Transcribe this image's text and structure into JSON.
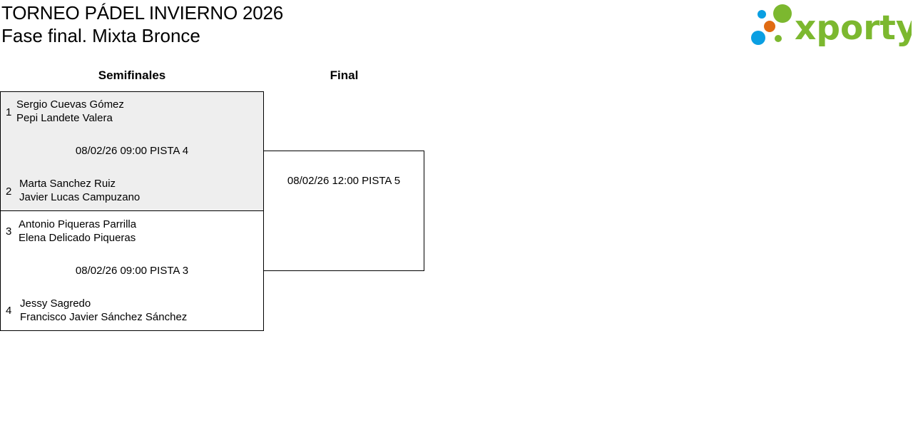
{
  "header": {
    "title": "TORNEO PÁDEL INVIERNO 2026",
    "subtitle": "Fase final. Mixta Bronce",
    "logo_text": "xporty",
    "logo_colors": [
      "#0a9fe2",
      "#7cb82f",
      "#e06b12"
    ]
  },
  "rounds": [
    {
      "label": "Semifinales"
    },
    {
      "label": "Final"
    }
  ],
  "matches": [
    {
      "schedule": "08/02/26 09:00 PISTA 4",
      "teams": [
        {
          "seed": "1",
          "player1": "Sergio Cuevas Gómez",
          "player2": "Pepi Landete Valera"
        },
        {
          "seed": "2",
          "player1": "Marta Sanchez Ruiz",
          "player2": "Javier Lucas Campuzano"
        }
      ]
    },
    {
      "schedule": "08/02/26 09:00 PISTA 3",
      "teams": [
        {
          "seed": "3",
          "player1": "Antonio Piqueras Parrilla",
          "player2": "Elena Delicado Piqueras"
        },
        {
          "seed": "4",
          "player1": "Jessy Sagredo",
          "player2": "Francisco Javier Sánchez Sánchez"
        }
      ]
    },
    {
      "schedule": "08/02/26 12:00 PISTA 5",
      "teams": []
    }
  ]
}
